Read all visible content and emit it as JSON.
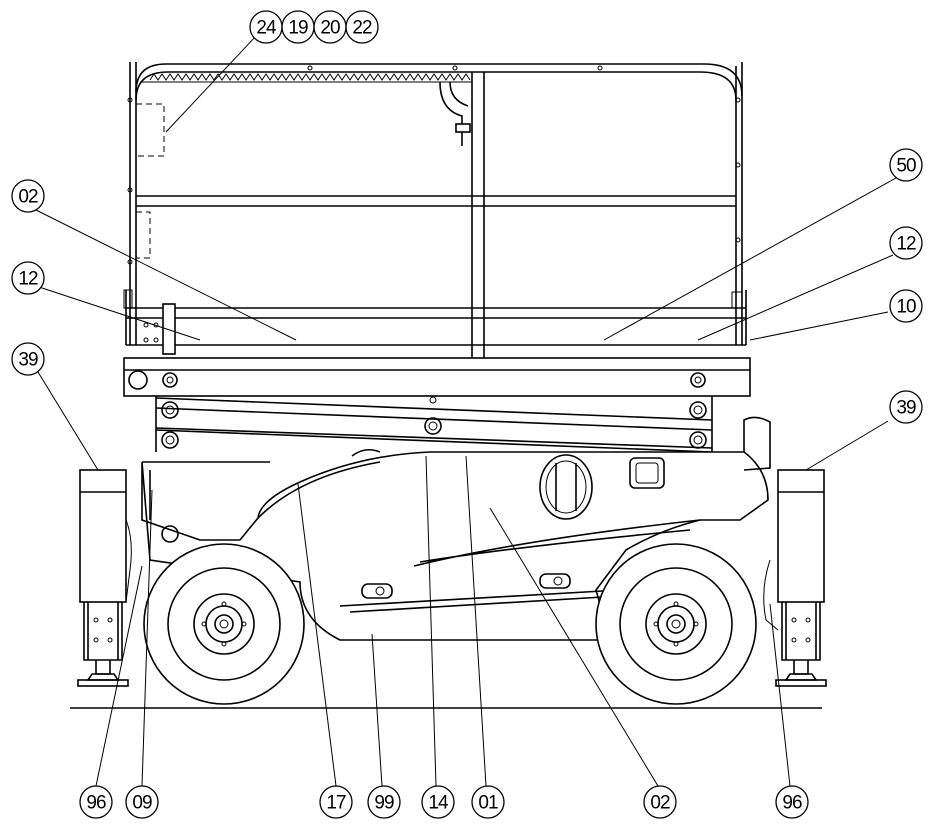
{
  "callouts": [
    {
      "id": "c-24",
      "label": "24",
      "target": "guardrail-dashed-box"
    },
    {
      "id": "c-19",
      "label": "19",
      "target": "guardrail-top"
    },
    {
      "id": "c-20",
      "label": "20",
      "target": "guardrail-top"
    },
    {
      "id": "c-22",
      "label": "22",
      "target": "guardrail-top"
    },
    {
      "id": "c-02-top",
      "label": "02",
      "target": "platform-deck"
    },
    {
      "id": "c-12-left",
      "label": "12",
      "target": "platform-deck-left"
    },
    {
      "id": "c-39-left",
      "label": "39",
      "target": "left-outrigger"
    },
    {
      "id": "c-50",
      "label": "50",
      "target": "platform-deck-right"
    },
    {
      "id": "c-12-right",
      "label": "12",
      "target": "platform-deck-right-end"
    },
    {
      "id": "c-10",
      "label": "10",
      "target": "platform-base"
    },
    {
      "id": "c-39-right",
      "label": "39",
      "target": "right-outrigger"
    },
    {
      "id": "c-96-left",
      "label": "96",
      "target": "left-outrigger-leg"
    },
    {
      "id": "c-09",
      "label": "09",
      "target": "chassis-front"
    },
    {
      "id": "c-17",
      "label": "17",
      "target": "chassis-hood"
    },
    {
      "id": "c-99",
      "label": "99",
      "target": "chassis-lower-panel"
    },
    {
      "id": "c-14",
      "label": "14",
      "target": "chassis-top"
    },
    {
      "id": "c-01",
      "label": "01",
      "target": "chassis-body"
    },
    {
      "id": "c-02-bottom",
      "label": "02",
      "target": "chassis-side-panel"
    },
    {
      "id": "c-96-right",
      "label": "96",
      "target": "right-outrigger-leg"
    }
  ]
}
